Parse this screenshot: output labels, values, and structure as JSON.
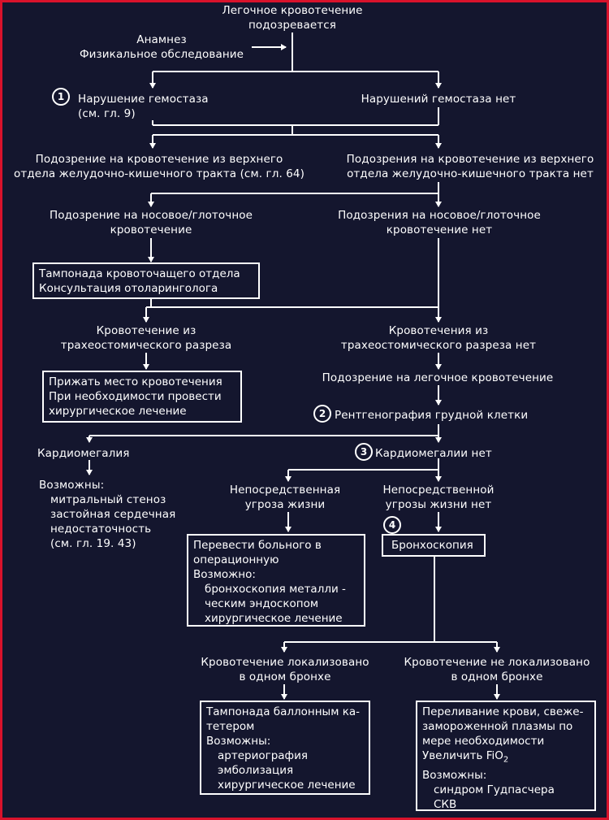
{
  "start": {
    "line1": "Легочное кровотечение",
    "line2": "подозревается"
  },
  "anamnesis": {
    "line1": "Анамнез",
    "line2": "Физикальное обследование"
  },
  "markers": [
    "1",
    "2",
    "3",
    "4"
  ],
  "hemostasis": {
    "yes_line1": "Нарушение гемостаза",
    "yes_line2": "(см. гл. 9)",
    "no": "Нарушений гемостаза нет"
  },
  "gi": {
    "yes_line1": "Подозрение на кровотечение из верхнего",
    "yes_line2": "отдела желудочно-кишечного тракта (см. гл. 64)",
    "no_line1": "Подозрения на кровотечение из верхнего",
    "no_line2": "отдела желудочно-кишечного тракта нет"
  },
  "nasal": {
    "yes_line1": "Подозрение на носовое/глоточное",
    "yes_line2": "кровотечение",
    "no_line1": "Подозрения на носовое/глоточное",
    "no_line2": "кровотечение нет",
    "box_line1": "Тампонада кровоточащего отдела",
    "box_line2": "Консультация отоларинголога"
  },
  "tracheo": {
    "yes_line1": "Кровотечение из",
    "yes_line2": "трахеостомического разреза",
    "no_line1": "Кровотечения из",
    "no_line2": "трахеостомического разреза нет",
    "box_line1": "Прижать место кровотечения",
    "box_line2": "При необходимости провести",
    "box_line3": "хирургическое лечение"
  },
  "pulmonary_suspect": "Подозрение на легочное кровотечение",
  "xray": "Рентгенография грудной клетки",
  "cardio": {
    "yes": "Кардиомегалия",
    "no": "Кардиомегалии нет",
    "possible": "Возможны:",
    "item1": "митральный стеноз",
    "item2": "застойная сердечная",
    "item3": "недостаточность",
    "ref": "(см. гл. 19. 43)"
  },
  "threat": {
    "yes_line1": "Непосредственная",
    "yes_line2": "угроза жизни",
    "no_line1": "Непосредственной",
    "no_line2": "угрозы жизни нет",
    "box_line1": "Перевести больного в",
    "box_line2": "операционную",
    "box_line3": "Возможно:",
    "box_line4": "бронхоскопия металли -",
    "box_line5": "ческим эндоскопом",
    "box_line6": "хирургическое лечение"
  },
  "bronchoscopy": "Бронхоскопия",
  "localized": {
    "yes_line1": "Кровотечение локализовано",
    "yes_line2": "в одном бронхе",
    "no_line1": "Кровотечение не локализовано",
    "no_line2": "в одном бронхе"
  },
  "box_left": {
    "line1": "Тампонада баллонным ка-",
    "line2": "тетером",
    "line3": "Возможны:",
    "line4": "артериография",
    "line5": "эмболизация",
    "line6": "хирургическое лечение"
  },
  "box_right": {
    "line1": "Переливание крови, свеже-",
    "line2": "замороженной плазмы по",
    "line3": "мере необходимости",
    "line4_prefix": "Увеличить FiO",
    "line4_sub": "2",
    "line5": "Возможны:",
    "line6": "синдром Гудпасчера",
    "line7": "СКВ"
  },
  "colors": {
    "background": "#14162e",
    "border": "#d8122b",
    "ink": "#ffffff"
  }
}
